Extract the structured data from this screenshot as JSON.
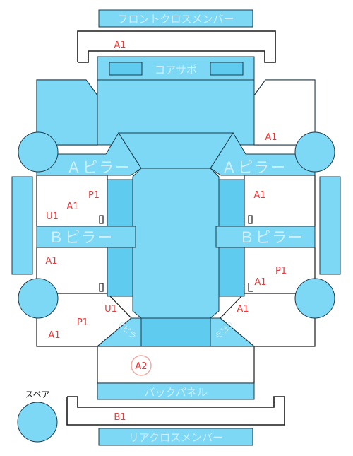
{
  "parts": {
    "front_cross_member": "フロントクロスメンバー",
    "core_support": "コアサポ",
    "a_pillar_left": "Ａピラー",
    "a_pillar_right": "Ａピラー",
    "b_pillar_left": "Ｂピラー",
    "b_pillar_right": "Ｂピラー",
    "back_panel": "バックパネル",
    "rear_cross_member": "リアクロスメンバー",
    "spare": "スペア",
    "c_pillar_left": "Cピラ",
    "c_pillar_right": "Cピラ"
  },
  "marks": {
    "front_a1": "A1",
    "right_front_a1": "A1",
    "left_p1": "P1",
    "left_a1_upper": "A1",
    "left_u1_upper": "U1",
    "right_a1_mid": "A1",
    "left_a1_mid": "A1",
    "right_p1": "P1",
    "right_a1_lower": "A1",
    "left_u1_lower": "U1",
    "right_a1_bottom": "A1",
    "left_p1_lower": "P1",
    "left_a1_bottom": "A1",
    "rear_a2": "A2",
    "rear_b1": "B1"
  },
  "colors": {
    "panel": "#7dd8f6",
    "panel_dark": "#5fcbef",
    "damage_mark": "#e83a3a",
    "label": "#cdeefa"
  }
}
